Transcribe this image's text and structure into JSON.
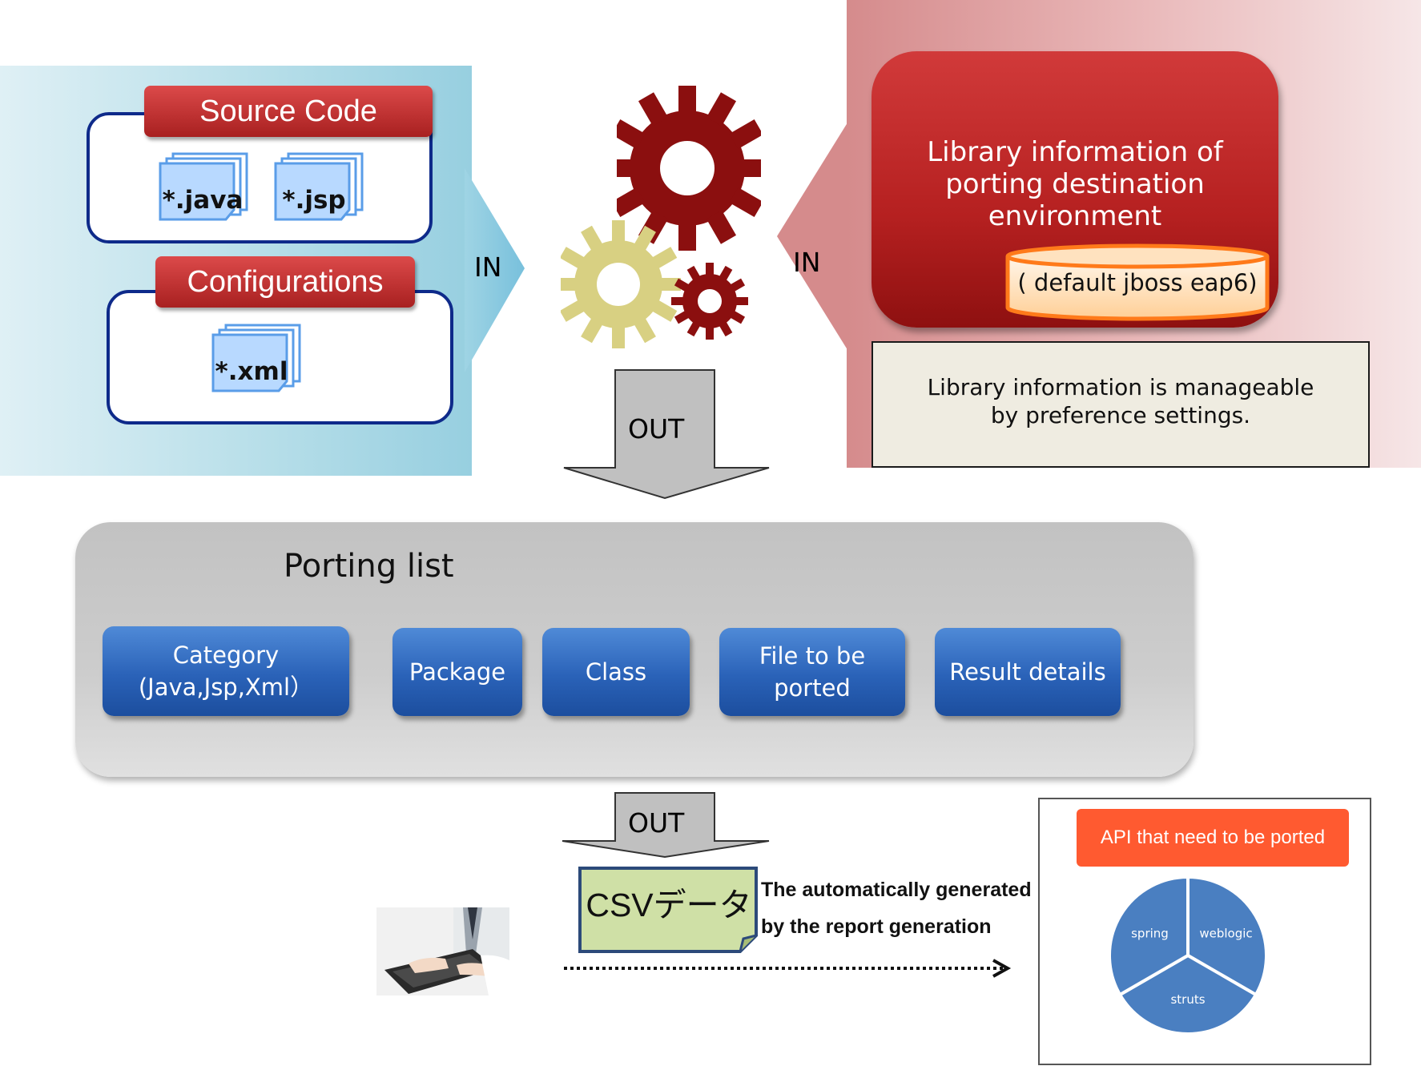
{
  "sources": {
    "source_code_label": "Source Code",
    "java_file": "*.java",
    "jsp_file": "*.jsp",
    "configurations_label": "Configurations",
    "xml_file": "*.xml"
  },
  "arrows": {
    "in_left": "IN",
    "in_right": "IN",
    "out_top": "OUT",
    "out_bottom": "OUT"
  },
  "library": {
    "title_line1": "Library information of",
    "title_line2": "porting  destination",
    "title_line3": "environment",
    "default_env": "( default jboss eap6)",
    "note_line1": "Library information is manageable",
    "note_line2": "by preference settings."
  },
  "porting_list": {
    "title": "Porting list",
    "columns": [
      {
        "line1": "Category",
        "line2": "(Java,Jsp,Xml）"
      },
      {
        "line1": "Package",
        "line2": ""
      },
      {
        "line1": "Class",
        "line2": ""
      },
      {
        "line1": "File to be",
        "line2": "ported"
      },
      {
        "line1": "Result details",
        "line2": ""
      }
    ]
  },
  "report": {
    "csv_label": "CSVデータ",
    "caption_line1": "The automatically generated",
    "caption_line2": "by the report generation",
    "api_title": "API that need to be ported"
  },
  "chart_data": {
    "type": "pie",
    "title": "API that need to be ported",
    "categories": [
      "spring",
      "weblogic",
      "struts"
    ],
    "values": [
      1,
      1,
      1
    ]
  },
  "colors": {
    "gear_dark_red": "#8b0f0f",
    "gear_yellow": "#d8d082",
    "pie_blue": "#4a7fc1",
    "api_orange": "#ff5a30",
    "csv_green": "#cfe0a6"
  }
}
